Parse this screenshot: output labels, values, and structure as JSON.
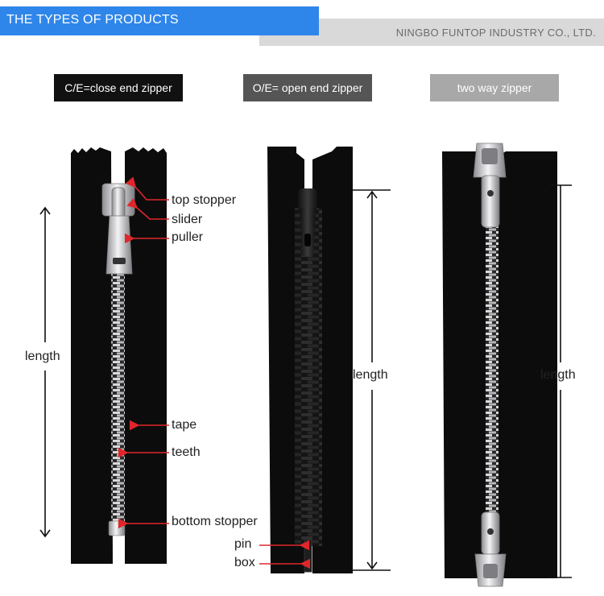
{
  "header": {
    "title": "THE TYPES OF PRODUCTS",
    "company": "NINGBO FUNTOP INDUSTRY CO., LTD."
  },
  "types": [
    {
      "label": "C/E=close end zipper"
    },
    {
      "label": "O/E= open end zipper"
    },
    {
      "label": "two way zipper"
    }
  ],
  "parts": {
    "top_stopper": "top stopper",
    "slider": "slider",
    "puller": "puller",
    "tape": "tape",
    "teeth": "teeth",
    "bottom_stopper": "bottom stopper",
    "pin": "pin",
    "box": "box"
  },
  "dimension": {
    "length1": "length",
    "length2": "length",
    "length3": "length"
  },
  "colors": {
    "banner_blue": "#2f86ea",
    "arrow_red": "#e0262b",
    "tape_black": "#111111",
    "metal": "#c9c9cc"
  }
}
